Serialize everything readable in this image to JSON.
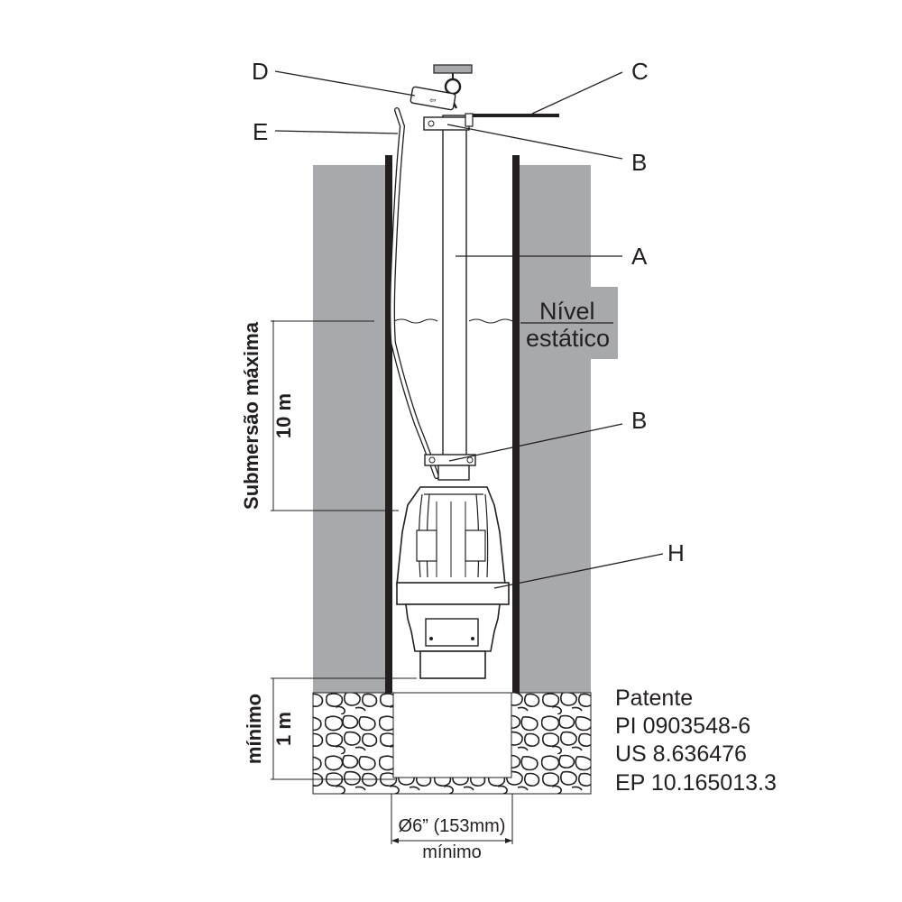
{
  "labels": {
    "a": "A",
    "b_top": "B",
    "b_bottom": "B",
    "c": "C",
    "d": "D",
    "e": "E",
    "h": "H"
  },
  "static_level": {
    "line1": "Nível",
    "line2": "estático"
  },
  "submersion": {
    "line1": "Submersão máxima",
    "line2": "10 m"
  },
  "min_depth": {
    "line1": "mínimo",
    "line2": "1 m"
  },
  "diameter": {
    "value": "Ø6” (153mm)",
    "qualifier": "mínimo"
  },
  "patent": {
    "title": "Patente",
    "lines": [
      "PI 0903548-6",
      "US 8.636476",
      "EP 10.165013.3"
    ]
  },
  "colors": {
    "soil": "#a7a9ac",
    "casing": "#231f20",
    "line": "#231f20",
    "background": "#ffffff"
  }
}
